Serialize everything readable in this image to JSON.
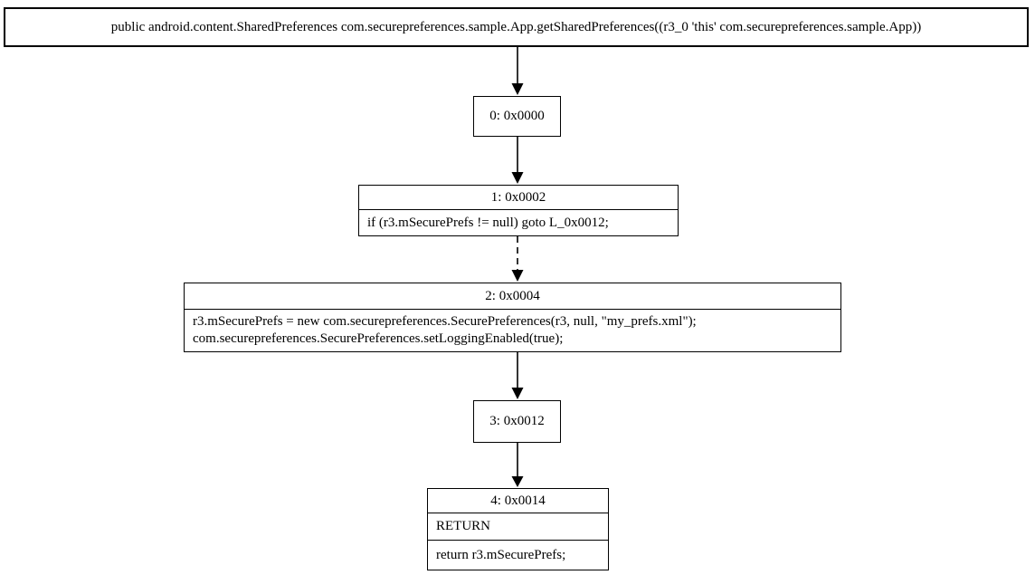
{
  "colors": {
    "background": "#ffffff",
    "border": "#000000",
    "text": "#000000"
  },
  "method": {
    "signature": "public android.content.SharedPreferences com.securepreferences.sample.App.getSharedPreferences((r3_0 'this' com.securepreferences.sample.App))"
  },
  "blocks": [
    {
      "id": "block-0",
      "header": "0: 0x0000",
      "lines": []
    },
    {
      "id": "block-1",
      "header": "1: 0x0002",
      "lines": [
        "if (r3.mSecurePrefs != null) goto L_0x0012;"
      ]
    },
    {
      "id": "block-2",
      "header": "2: 0x0004",
      "lines": [
        "r3.mSecurePrefs = new com.securepreferences.SecurePreferences(r3, null, \"my_prefs.xml\");",
        "com.securepreferences.SecurePreferences.setLoggingEnabled(true);"
      ]
    },
    {
      "id": "block-3",
      "header": "3: 0x0012",
      "lines": []
    },
    {
      "id": "block-4",
      "header": "4: 0x0014",
      "type_label": "RETURN",
      "lines": [
        "return r3.mSecurePrefs;"
      ]
    }
  ],
  "edges": [
    {
      "from": "entry",
      "to": "block-0",
      "style": "solid"
    },
    {
      "from": "block-0",
      "to": "block-1",
      "style": "solid"
    },
    {
      "from": "block-1",
      "to": "block-2",
      "style": "dashed"
    },
    {
      "from": "block-2",
      "to": "block-3",
      "style": "solid"
    },
    {
      "from": "block-3",
      "to": "block-4",
      "style": "solid"
    }
  ]
}
